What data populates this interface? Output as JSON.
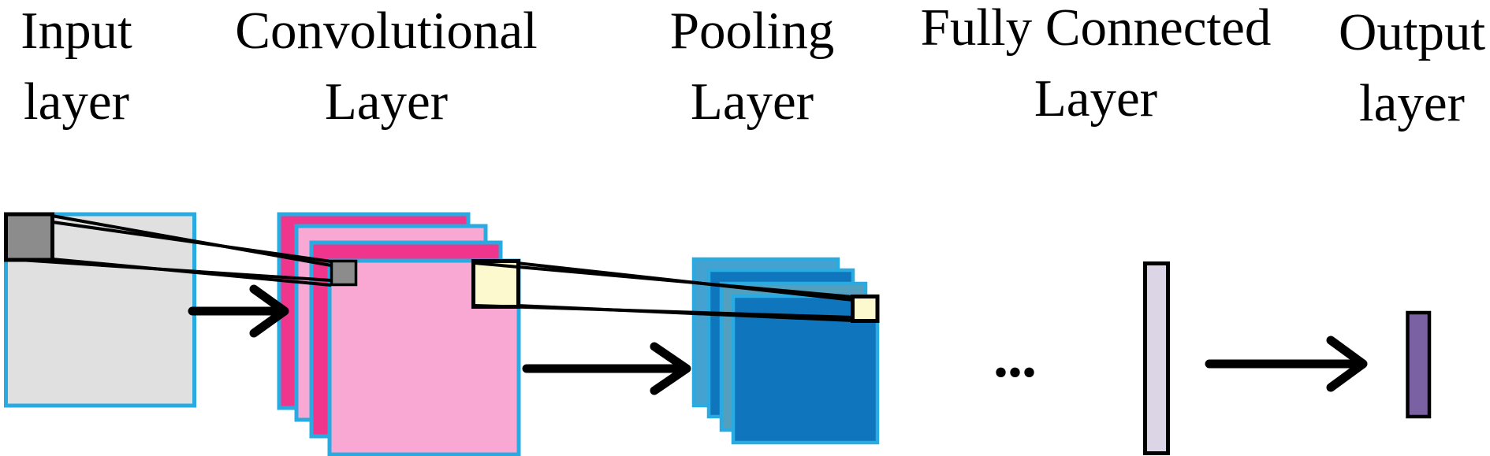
{
  "figure": {
    "type": "cnn-architecture-diagram",
    "description": "Convolutional neural network pipeline from input image to output layer"
  },
  "labels": {
    "input": "Input\nlayer",
    "conv": "Convolutional\nLayer",
    "pool": "Pooling\nLayer",
    "fc": "Fully Connected\nLayer",
    "output": "Output\nlayer"
  },
  "ellipsis": "...",
  "structure": {
    "conv_feature_map_count": 4,
    "pool_feature_map_count": 4,
    "arrow_count": 3
  },
  "colors": {
    "ink": "#000000",
    "cyan_border": "#29ABE2",
    "input_fill": "#E0E0E0",
    "kernel_gray": "#8C8C8C",
    "pink_dark": "#F0358C",
    "pink_light": "#F9A8D4",
    "window_yellow": "#FCF9CF",
    "pool_teal_back": "#45A1CF",
    "pool_teal_mid": "#529FC0",
    "pool_blue": "#0F76BD",
    "fc_fill": "#DCD5E6",
    "output_fill": "#7A61A3"
  }
}
